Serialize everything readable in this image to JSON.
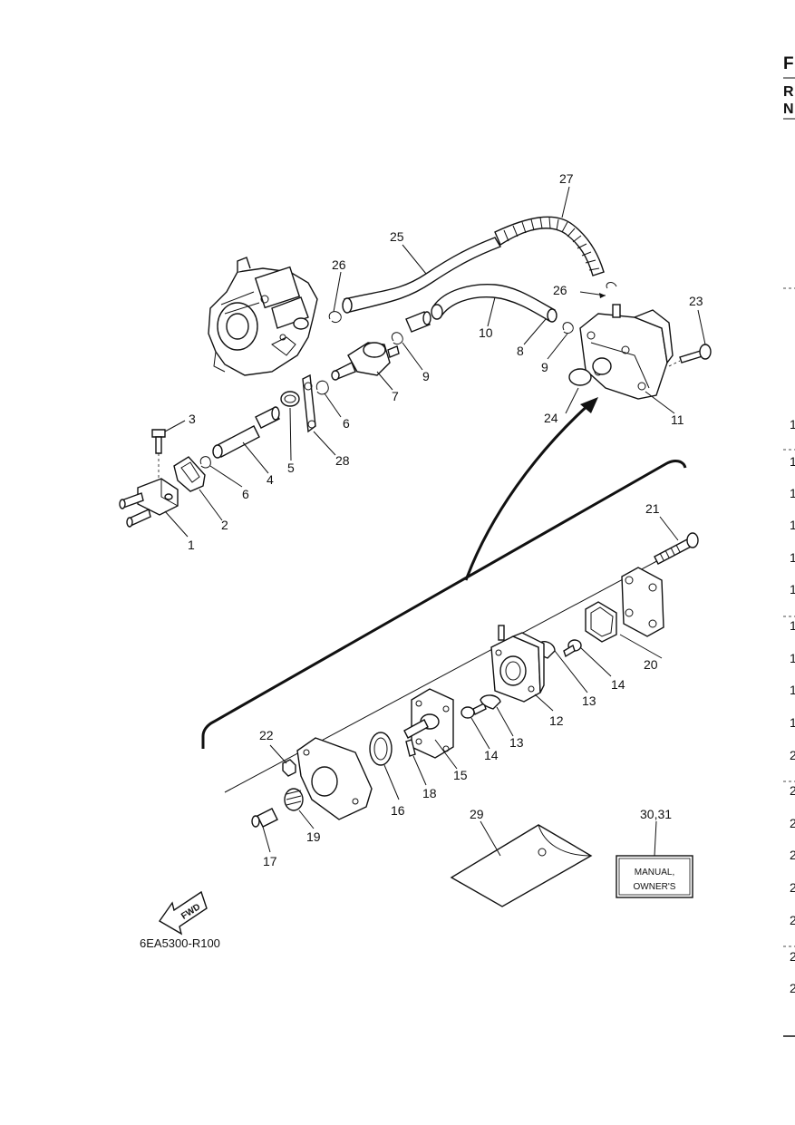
{
  "diagram": {
    "reference_code": "6EA5300-R100",
    "fwd_label": "FWD",
    "manual_label_line1": "MANUAL,",
    "manual_label_line2": "OWNER'S",
    "callouts": {
      "c1": "1",
      "c2": "2",
      "c3": "3",
      "c4": "4",
      "c5": "5",
      "c6a": "6",
      "c6b": "6",
      "c7": "7",
      "c8": "8",
      "c9a": "9",
      "c9b": "9",
      "c10": "10",
      "c11": "11",
      "c12": "12",
      "c13a": "13",
      "c13b": "13",
      "c14a": "14",
      "c14b": "14",
      "c15": "15",
      "c16": "16",
      "c17": "17",
      "c18": "18",
      "c19": "19",
      "c20": "20",
      "c21": "21",
      "c22": "22",
      "c23": "23",
      "c24": "24",
      "c25": "25",
      "c26a": "26",
      "c26b": "26",
      "c27": "27",
      "c28": "28",
      "c29": "29",
      "c30_31": "30,31"
    }
  },
  "right_edge": {
    "header": [
      "F",
      "R",
      "N"
    ],
    "rows": [
      "1",
      "1",
      "1",
      "1",
      "1",
      "1",
      "1",
      "1",
      "1",
      "1",
      "2",
      "2",
      "2",
      "2",
      "2",
      "2",
      "2",
      "2"
    ]
  }
}
